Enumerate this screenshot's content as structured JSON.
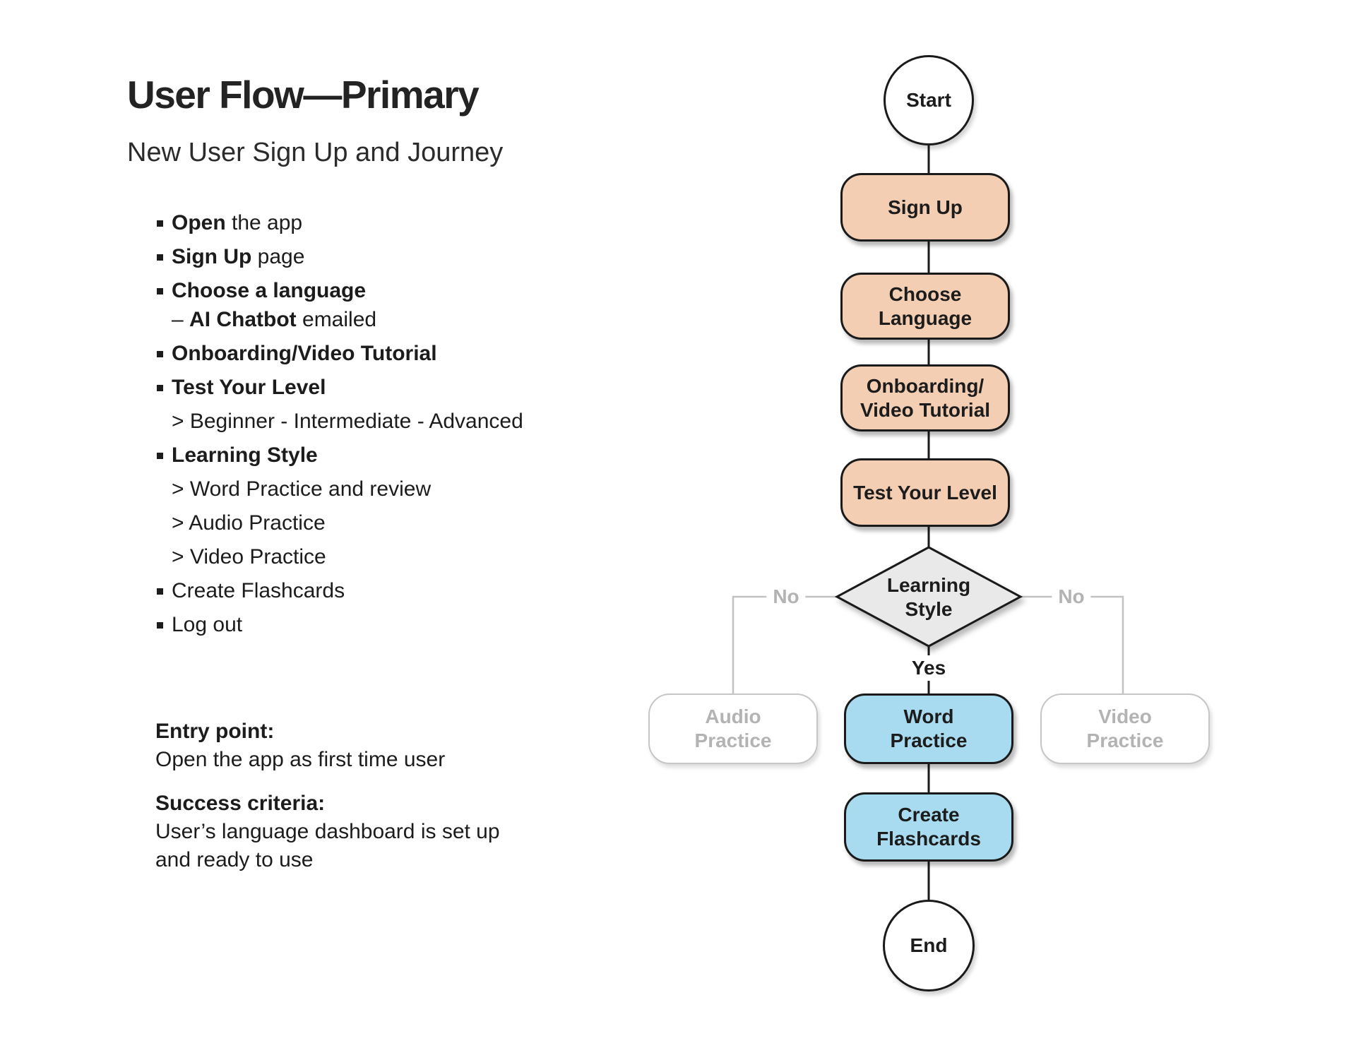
{
  "colors": {
    "ink": "#1c1c1c",
    "peach": "#f3ceb3",
    "blue": "#a8dbf0",
    "diamond": "#e9e9e9",
    "muted-line": "#c2c2c2",
    "muted-border": "#c6c6c6",
    "muted-text": "#b3b3b3"
  },
  "header": {
    "title": "User Flow—Primary",
    "subtitle": "New User Sign Up and Journey"
  },
  "checklist": [
    {
      "bold": "Open",
      "rest": " the app"
    },
    {
      "bold": "Sign Up",
      "rest": " page"
    },
    {
      "bold": "Choose a language"
    },
    {
      "prefix": "– ",
      "bold": "AI Chatbot",
      "rest": " emailed"
    },
    {
      "bold": "Onboarding/Video Tutorial"
    },
    {
      "bold": "Test Your Level"
    },
    {
      "plain": "> Beginner - Intermediate - Advanced"
    },
    {
      "bold": "Learning Style"
    },
    {
      "plain": "> Word Practice and review"
    },
    {
      "plain": "> Audio Practice"
    },
    {
      "plain": "> Video Practice"
    },
    {
      "plain": "Create Flashcards"
    },
    {
      "plain": "Log out"
    }
  ],
  "entry_point": {
    "heading": "Entry point:",
    "body": "Open the app as first time user"
  },
  "success_criteria": {
    "heading": "Success criteria:",
    "line1": "User’s language dashboard is set up",
    "line2": "and ready to use"
  },
  "flow": {
    "start": "Start",
    "sign_up": "Sign Up",
    "choose_language": {
      "line1": "Choose",
      "line2": "Language"
    },
    "onboarding": {
      "line1": "Onboarding/",
      "line2": "Video Tutorial"
    },
    "test_level": "Test Your Level",
    "decision": {
      "line1": "Learning",
      "line2": "Style"
    },
    "yes_label": "Yes",
    "no_label_left": "No",
    "no_label_right": "No",
    "audio": {
      "line1": "Audio",
      "line2": "Practice"
    },
    "word": {
      "line1": "Word",
      "line2": "Practice"
    },
    "video": {
      "line1": "Video",
      "line2": "Practice"
    },
    "create_flashcards": {
      "line1": "Create",
      "line2": "Flashcards"
    },
    "end": "End"
  }
}
